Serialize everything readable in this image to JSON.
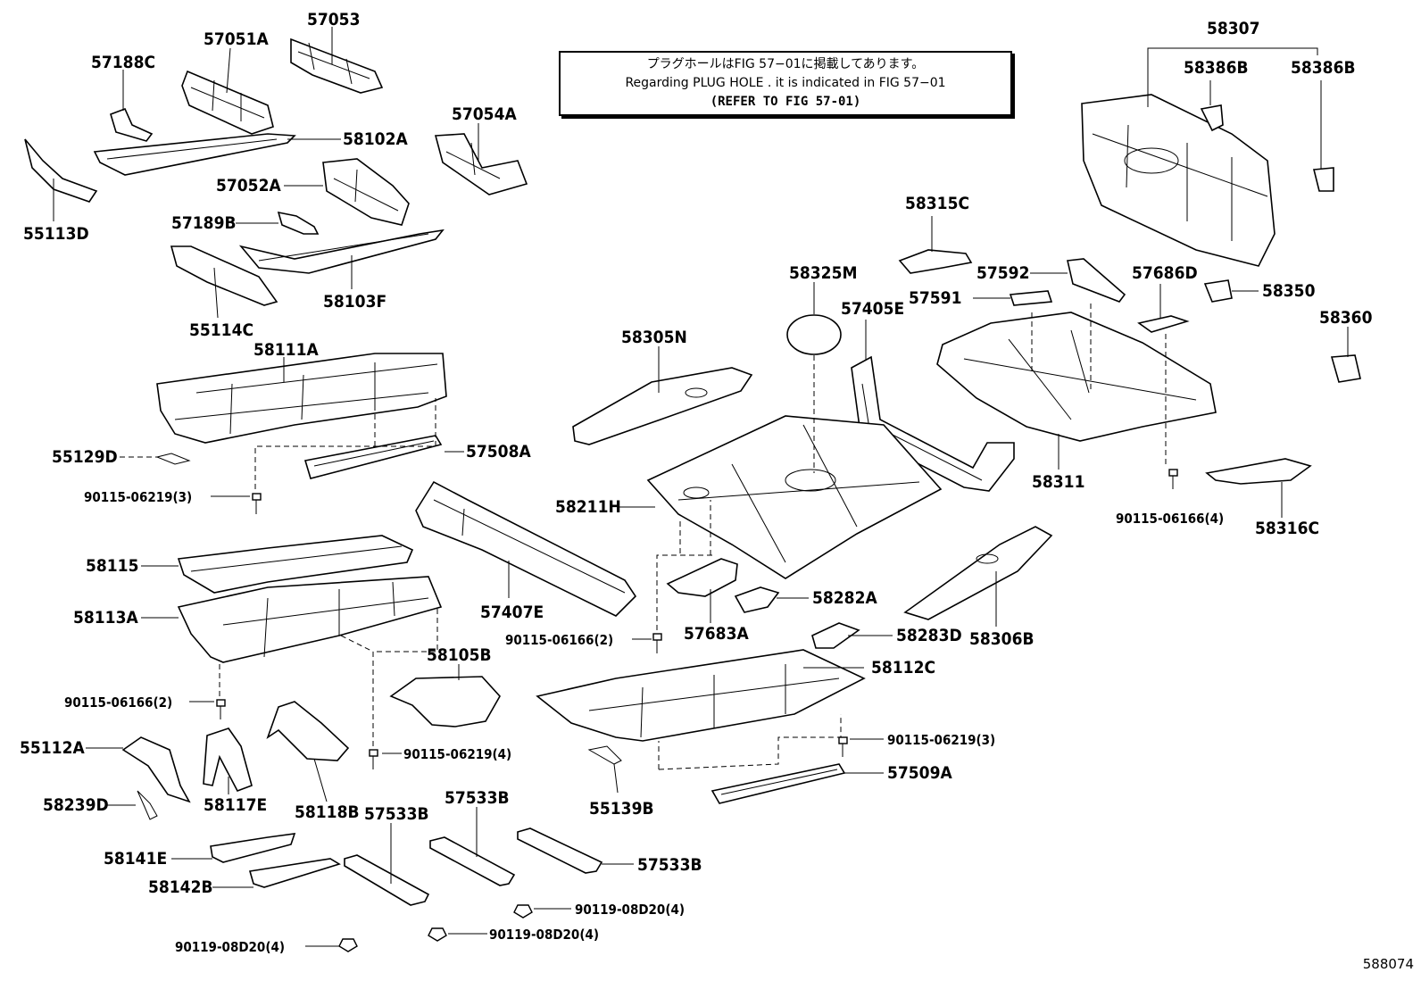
{
  "note": {
    "line_jp": "プラグホールはFIG 57−01に掲載してあります。",
    "line_en": "Regarding PLUG HOLE . it is indicated in FIG 57−01",
    "line_ref": "(REFER TO FIG 57-01)"
  },
  "diagram_id": "588074",
  "labels": {
    "57053": "57053",
    "57051A": "57051A",
    "57188C": "57188C",
    "58102A": "58102A",
    "57054A": "57054A",
    "57052A": "57052A",
    "55113D": "55113D",
    "57189B": "57189B",
    "58103F": "58103F",
    "55114C": "55114C",
    "58111A": "58111A",
    "55129D": "55129D",
    "57508A": "57508A",
    "b_06219_3_left": "90115-06219(3)",
    "58115": "58115",
    "58113A": "58113A",
    "57407E": "57407E",
    "58105B": "58105B",
    "b_06166_2_left": "90115-06166(2)",
    "b_06219_4": "90115-06219(4)",
    "55112A": "55112A",
    "58239D": "58239D",
    "58117E": "58117E",
    "58118B": "58118B",
    "57533B_a": "57533B",
    "57533B_b": "57533B",
    "57533B_c": "57533B",
    "58141E": "58141E",
    "58142B": "58142B",
    "b_08D20_left": "90119-08D20(4)",
    "b_08D20_mid": "90119-08D20(4)",
    "b_08D20_right": "90119-08D20(4)",
    "58307": "58307",
    "58386B_a": "58386B",
    "58386B_b": "58386B",
    "58315C": "58315C",
    "58325M": "58325M",
    "57592": "57592",
    "57591": "57591",
    "57686D": "57686D",
    "58350": "58350",
    "57405E": "57405E",
    "58360": "58360",
    "58305N": "58305N",
    "58311": "58311",
    "58211H": "58211H",
    "b_06166_4": "90115-06166(4)",
    "58316C": "58316C",
    "58282A": "58282A",
    "57683A": "57683A",
    "b_06166_2_mid": "90115-06166(2)",
    "58283D": "58283D",
    "58306B": "58306B",
    "58112C": "58112C",
    "b_06219_3_right": "90115-06219(3)",
    "57509A": "57509A",
    "55139B": "55139B"
  }
}
